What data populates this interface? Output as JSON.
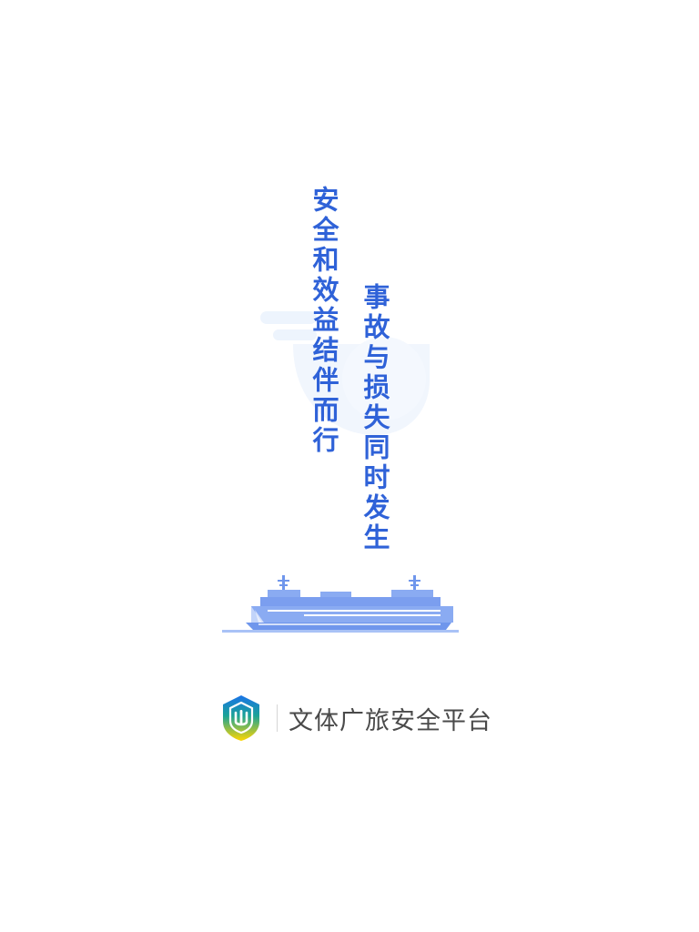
{
  "slogans": {
    "line_1": "安全和效益结伴而行",
    "line_2": "事故与损失同时发生"
  },
  "illustration": {
    "icon": "ferry-ship-icon"
  },
  "brand": {
    "logo_icon": "shield-logo-icon",
    "name": "文体广旅安全平台"
  },
  "colors": {
    "slogan": "#2f62d8",
    "ship": "#6f96ec",
    "watermark": "#eaf2fd",
    "brand_text": "#4a4a4a",
    "logo_top": "#1a73e8",
    "logo_bottom": "#ffd600"
  }
}
